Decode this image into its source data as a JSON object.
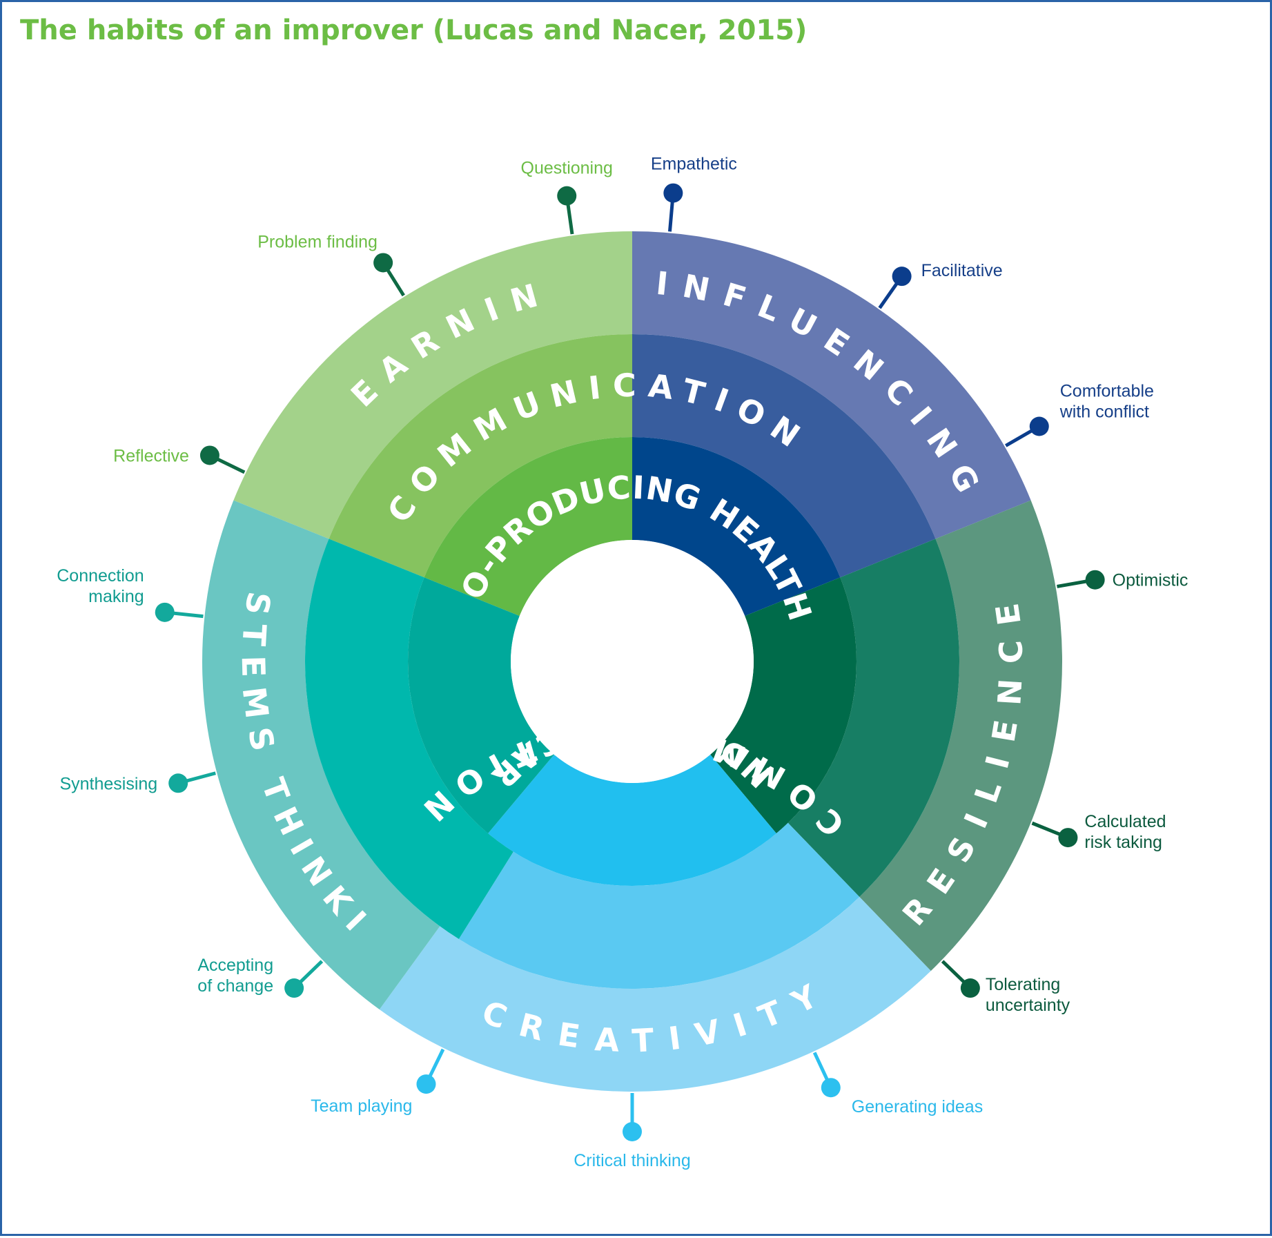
{
  "title": "The habits of an improver (Lucas and Nacer, 2015)",
  "center": {
    "text_top": "CO-PRODUCING HEALTH",
    "text_bottom": "AND SOCIAL CARE"
  },
  "middle": {
    "text_top": "COMMUNICATION",
    "text_bottom": "COMMUNICATION"
  },
  "domains": [
    {
      "name": "LEARNING",
      "colors": {
        "outer": "#a3d28a",
        "middle": "#86c35f",
        "inner": "#63b946"
      },
      "dot_color": "#0f6a44",
      "label_color": "#6cbd45",
      "habits": [
        "Questioning",
        "Problem finding",
        "Reflective"
      ]
    },
    {
      "name": "INFLUENCING",
      "colors": {
        "outer": "#6679b2",
        "middle": "#385d9e",
        "inner": "#00468c"
      },
      "dot_color": "#0b3d8c",
      "label_color": "#163f88",
      "habits": [
        "Empathetic",
        "Facilitative",
        "Comfortable\nwith conflict"
      ]
    },
    {
      "name": "RESILIENCE",
      "colors": {
        "outer": "#5c977f",
        "middle": "#177e64",
        "inner": "#006b4a"
      },
      "dot_color": "#0a6140",
      "label_color": "#0c5a3e",
      "habits": [
        "Optimistic",
        "Calculated\nrisk taking",
        "Tolerating\nuncertainty"
      ]
    },
    {
      "name": "CREATIVITY",
      "colors": {
        "outer": "#8ed6f5",
        "middle": "#5ac9f2",
        "inner": "#21bfef"
      },
      "dot_color": "#2cc0ef",
      "label_color": "#2ab8ea",
      "habits": [
        "Generating ideas",
        "Critical thinking",
        "Team playing"
      ]
    },
    {
      "name": "SYSTEMS THINKING",
      "colors": {
        "outer": "#6ac6c2",
        "middle": "#00b8ad",
        "inner": "#00a99b"
      },
      "dot_color": "#13a99c",
      "label_color": "#119c90",
      "habits": [
        "Accepting\nof change",
        "Synthesising",
        "Connection\nmaking"
      ]
    }
  ]
}
